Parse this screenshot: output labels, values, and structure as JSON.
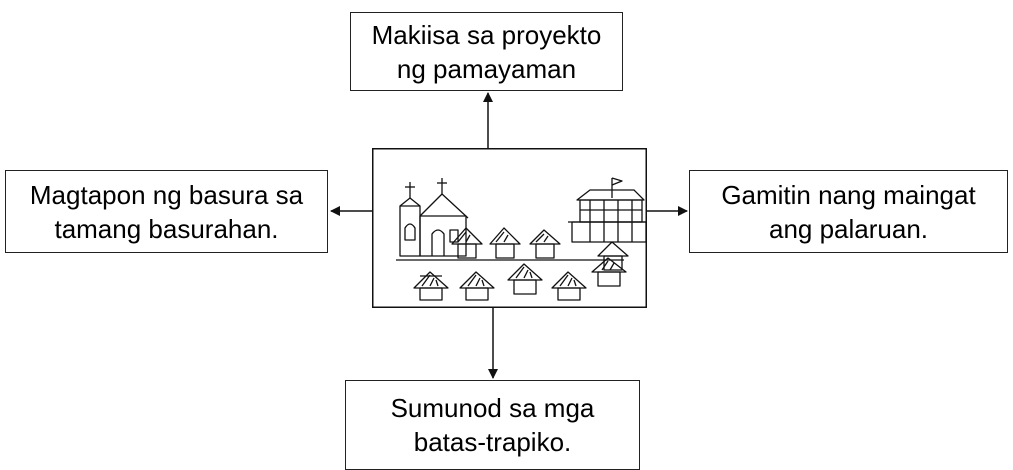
{
  "diagram": {
    "top_box": {
      "line1": "Makiisa sa proyekto",
      "line2": "ng pamayaman"
    },
    "left_box": {
      "line1": "Magtapon ng basura sa",
      "line2": "tamang basurahan."
    },
    "right_box": {
      "line1": "Gamitin nang maingat",
      "line2": "ang palaruan."
    },
    "bottom_box": {
      "line1": "Sumunod sa mga",
      "line2": "batas-trapiko."
    },
    "center_image": "community-sketch"
  }
}
